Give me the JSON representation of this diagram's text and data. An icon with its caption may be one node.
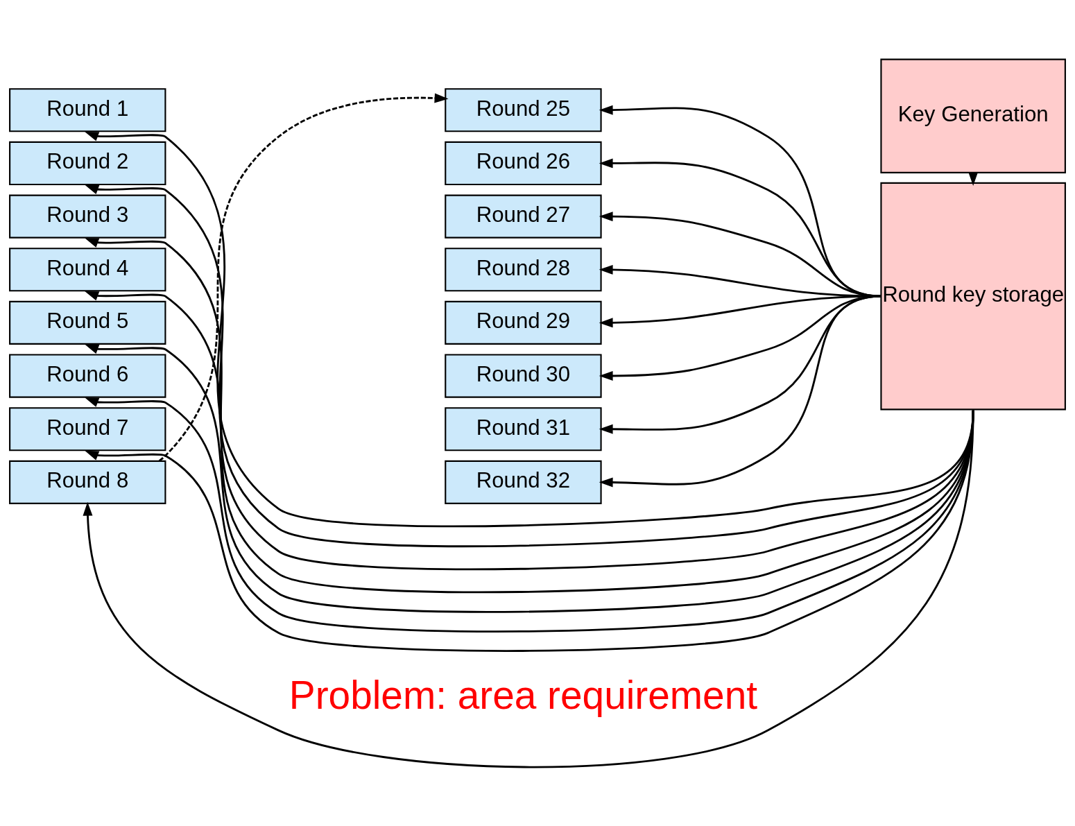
{
  "diagram": {
    "nodes": [
      {
        "text": [
          "Round 1"
        ]
      },
      {
        "text": [
          "Round 2"
        ]
      },
      {
        "text": [
          "Round 3"
        ]
      },
      {
        "text": [
          "Round 4"
        ]
      },
      {
        "text": [
          "Round 5"
        ]
      },
      {
        "text": [
          "Round 6"
        ]
      },
      {
        "text": [
          "Round 7"
        ]
      },
      {
        "text": [
          "Round 8"
        ]
      },
      {
        "text": [
          "Round 25"
        ]
      },
      {
        "text": [
          "Round 26"
        ]
      },
      {
        "text": [
          "Round 27"
        ]
      },
      {
        "text": [
          "Round 28"
        ]
      },
      {
        "text": [
          "Round 29"
        ]
      },
      {
        "text": [
          "Round 30"
        ]
      },
      {
        "text": [
          "Round 31"
        ]
      },
      {
        "text": [
          "Round 32"
        ]
      },
      {
        "text": [
          "Round key storage"
        ]
      },
      {
        "text": [
          "Key Generation"
        ]
      }
    ],
    "edges": [
      {
        "from": 7,
        "to": 8,
        "arrow": "to",
        "style": "dashed"
      },
      {
        "from": 16,
        "to": 0,
        "arrow": "to"
      },
      {
        "from": 16,
        "to": 1,
        "arrow": "to"
      },
      {
        "from": 16,
        "to": 2,
        "arrow": "to"
      },
      {
        "from": 16,
        "to": 3,
        "arrow": "to"
      },
      {
        "from": 16,
        "to": 4,
        "arrow": "to"
      },
      {
        "from": 16,
        "to": 5,
        "arrow": "to"
      },
      {
        "from": 16,
        "to": 6,
        "arrow": "to"
      },
      {
        "from": 16,
        "to": 7,
        "arrow": "to"
      },
      {
        "from": 16,
        "to": 8,
        "arrow": "to"
      },
      {
        "from": 16,
        "to": 9,
        "arrow": "to"
      },
      {
        "from": 16,
        "to": 10,
        "arrow": "to"
      },
      {
        "from": 16,
        "to": 11,
        "arrow": "to"
      },
      {
        "from": 16,
        "to": 12,
        "arrow": "to"
      },
      {
        "from": 16,
        "to": 13,
        "arrow": "to"
      },
      {
        "from": 16,
        "to": 14,
        "arrow": "to"
      },
      {
        "from": 16,
        "to": 15,
        "arrow": "to"
      },
      {
        "from": 17,
        "to": 16,
        "arrow": "to"
      }
    ],
    "labels": [
      "Problem: area requirement"
    ]
  }
}
